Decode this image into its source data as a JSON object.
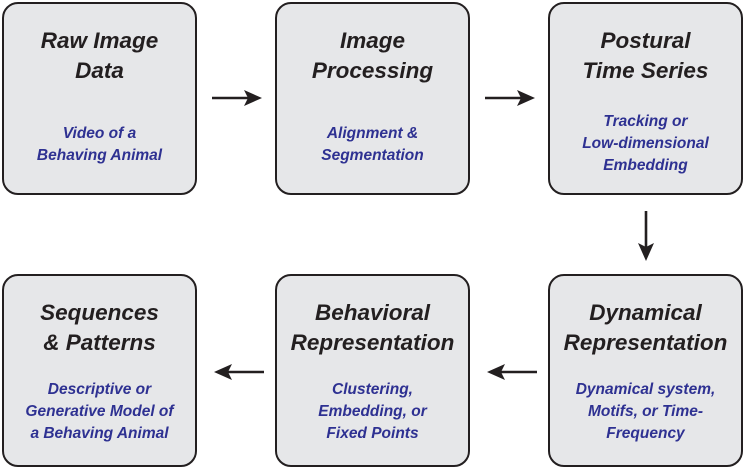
{
  "colors": {
    "box_fill": "#e6e7e9",
    "border": "#231f20",
    "title_text": "#231f20",
    "subtitle_text": "#2e3192",
    "arrow": "#231f20"
  },
  "boxes": [
    {
      "title": [
        "Raw Image",
        "Data"
      ],
      "subtitle": [
        "Video of a",
        "Behaving Animal"
      ]
    },
    {
      "title": [
        "Image",
        "Processing"
      ],
      "subtitle": [
        "Alignment &",
        "Segmentation"
      ]
    },
    {
      "title": [
        "Postural",
        "Time Series"
      ],
      "subtitle": [
        "Tracking or",
        "Low-dimensional",
        "Embedding"
      ]
    },
    {
      "title": [
        "Dynamical",
        "Representation"
      ],
      "subtitle": [
        "Dynamical system,",
        "Motifs, or Time-",
        "Frequency"
      ]
    },
    {
      "title": [
        "Behavioral",
        "Representation"
      ],
      "subtitle": [
        "Clustering,",
        "Embedding, or",
        "Fixed Points"
      ]
    },
    {
      "title": [
        "Sequences",
        "& Patterns"
      ],
      "subtitle": [
        "Descriptive or",
        "Generative Model of",
        "a Behaving Animal"
      ]
    }
  ],
  "arrows": [
    {
      "from": "Raw Image Data",
      "to": "Image Processing",
      "direction": "right"
    },
    {
      "from": "Image Processing",
      "to": "Postural Time Series",
      "direction": "right"
    },
    {
      "from": "Postural Time Series",
      "to": "Dynamical Representation",
      "direction": "down"
    },
    {
      "from": "Dynamical Representation",
      "to": "Behavioral Representation",
      "direction": "left"
    },
    {
      "from": "Behavioral Representation",
      "to": "Sequences & Patterns",
      "direction": "left"
    }
  ]
}
